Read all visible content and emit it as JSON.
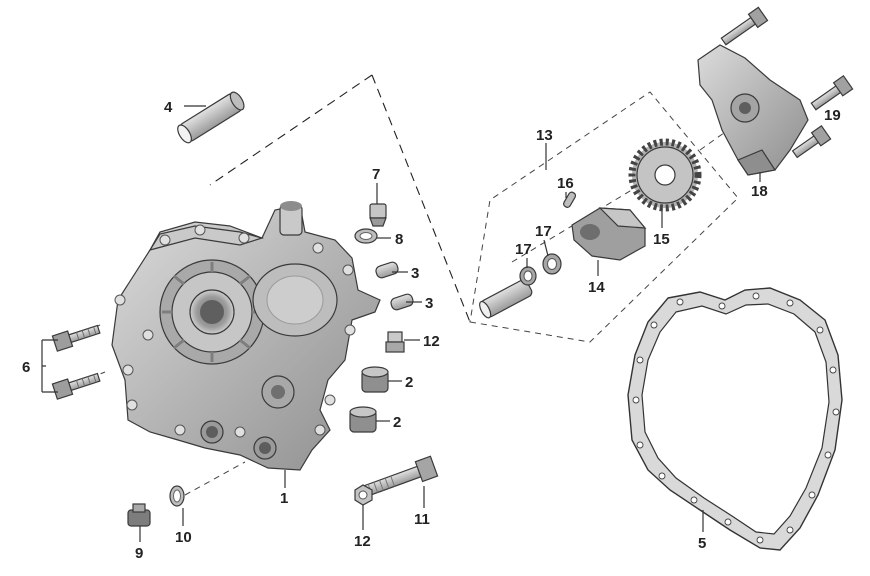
{
  "callouts": [
    {
      "id": "c1",
      "label": "1"
    },
    {
      "id": "c2a",
      "label": "2"
    },
    {
      "id": "c2b",
      "label": "2"
    },
    {
      "id": "c3a",
      "label": "3"
    },
    {
      "id": "c3b",
      "label": "3"
    },
    {
      "id": "c4",
      "label": "4"
    },
    {
      "id": "c5",
      "label": "5"
    },
    {
      "id": "c6",
      "label": "6"
    },
    {
      "id": "c7",
      "label": "7"
    },
    {
      "id": "c8",
      "label": "8"
    },
    {
      "id": "c9",
      "label": "9"
    },
    {
      "id": "c10",
      "label": "10"
    },
    {
      "id": "c11",
      "label": "11"
    },
    {
      "id": "c12a",
      "label": "12"
    },
    {
      "id": "c12b",
      "label": "12"
    },
    {
      "id": "c13",
      "label": "13"
    },
    {
      "id": "c14",
      "label": "14"
    },
    {
      "id": "c15",
      "label": "15"
    },
    {
      "id": "c16",
      "label": "16"
    },
    {
      "id": "c17a",
      "label": "17"
    },
    {
      "id": "c17b",
      "label": "17"
    },
    {
      "id": "c18",
      "label": "18"
    },
    {
      "id": "c19",
      "label": "19"
    }
  ],
  "colors": {
    "part_fill": "#b8b8b8",
    "part_light": "#d4d4d4",
    "part_dark": "#8a8a8a",
    "line": "#222222"
  }
}
